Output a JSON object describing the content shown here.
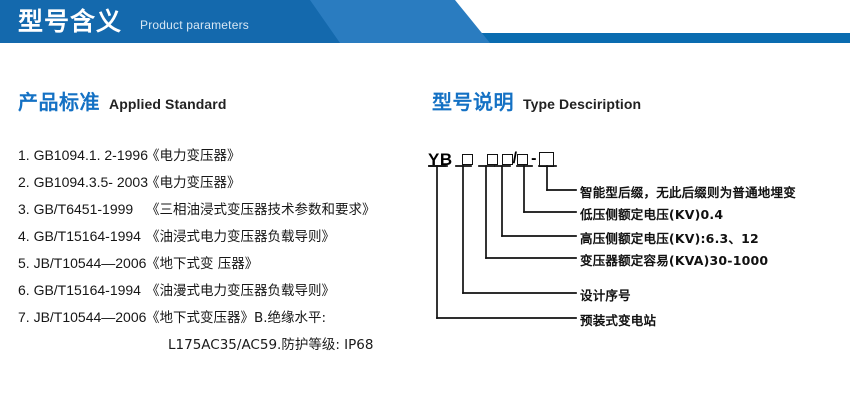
{
  "banner": {
    "title_cn": "型号含义",
    "title_en": "Product parameters"
  },
  "sections": {
    "left": {
      "heading_cn": "产品标准",
      "heading_en": "Applied Standard",
      "items": [
        {
          "num": "1. GB1094.1. 2-1996",
          "name": "《电力变压器》"
        },
        {
          "num": "2. GB1094.3.5- 2003",
          "name": "《电力变压器》"
        },
        {
          "num": "3. GB/T6451-1999",
          "name": "《三相油浸式变压器技术参数和要求》"
        },
        {
          "num": "4. GB/T15164-1994",
          "name": "《油浸式电力变压器负载导则》"
        },
        {
          "num": "5. JB/T10544—2006",
          "name": "《地下式变 压器》"
        },
        {
          "num": "6. GB/T15164-1994",
          "name": "《油漫式电力变压器负载导则》"
        },
        {
          "num": "7. JB/T10544—2006",
          "name": "《地下式变压器》B.绝缘水平:"
        }
      ],
      "continuation": "L175AC35/AC59.防护等级: IP68"
    },
    "right": {
      "heading_cn": "型号说明",
      "heading_en": "Type Desciription",
      "code": {
        "prefix": "YB",
        "slash": "/",
        "dash": "-"
      },
      "labels": [
        {
          "id": "smart-suffix",
          "text": "智能型后缀，无此后缀则为普通地埋变"
        },
        {
          "id": "lv-rated-voltage",
          "text": "低压侧额定电压(KV)0.4"
        },
        {
          "id": "hv-rated-voltage",
          "text": "高压侧额定电压(KV):6.3、12"
        },
        {
          "id": "rated-capacity",
          "text": "变压器额定容易(KVA)30-1000"
        },
        {
          "id": "design-serial",
          "text": "设计序号"
        },
        {
          "id": "prefab-substation",
          "text": "预装式变电站"
        }
      ]
    }
  },
  "colors": {
    "banner_dark": "#1469ad",
    "banner_mid": "#2a7cc0",
    "banner_bar": "#0a6cb0",
    "heading_blue": "#1471c4",
    "text_black": "#161616"
  }
}
